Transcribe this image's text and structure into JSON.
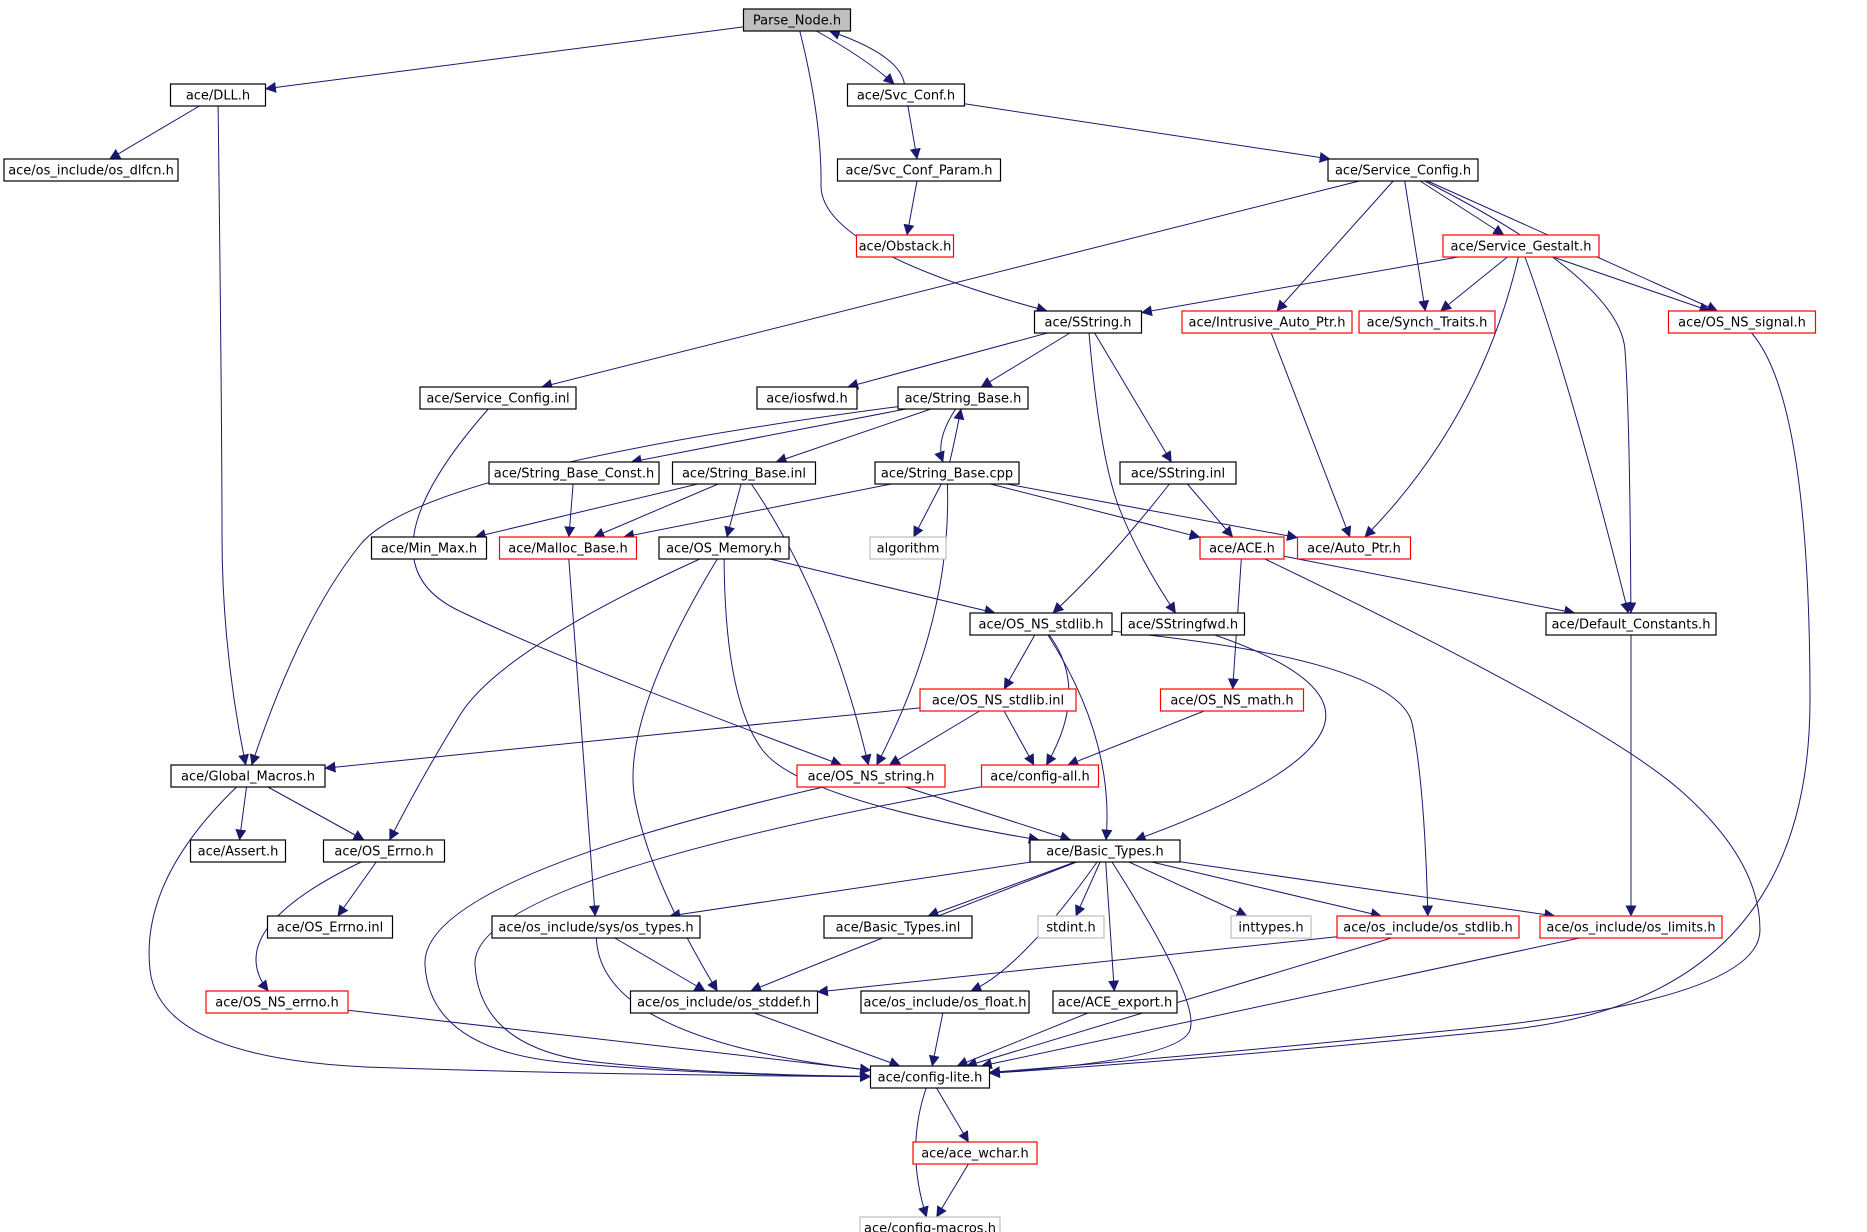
{
  "colors": {
    "edge": "#191970",
    "root_fill": "#bfbfbf",
    "border_normal": "#000000",
    "border_red": "#ff0000",
    "border_gray": "#bfbfbf",
    "background": "#ffffff"
  },
  "nodes": [
    {
      "id": "parse_node",
      "label": "Parse_Node.h",
      "style": "root"
    },
    {
      "id": "dll",
      "label": "ace/DLL.h",
      "style": "normal"
    },
    {
      "id": "svc_conf",
      "label": "ace/Svc_Conf.h",
      "style": "normal"
    },
    {
      "id": "os_dlfcn",
      "label": "ace/os_include/os_dlfcn.h",
      "style": "normal"
    },
    {
      "id": "svc_conf_param",
      "label": "ace/Svc_Conf_Param.h",
      "style": "normal"
    },
    {
      "id": "service_config",
      "label": "ace/Service_Config.h",
      "style": "normal"
    },
    {
      "id": "obstack",
      "label": "ace/Obstack.h",
      "style": "red"
    },
    {
      "id": "service_gestalt",
      "label": "ace/Service_Gestalt.h",
      "style": "red"
    },
    {
      "id": "sstring",
      "label": "ace/SString.h",
      "style": "normal"
    },
    {
      "id": "intrusive_auto_ptr",
      "label": "ace/Intrusive_Auto_Ptr.h",
      "style": "red"
    },
    {
      "id": "synch_traits",
      "label": "ace/Synch_Traits.h",
      "style": "red"
    },
    {
      "id": "os_ns_signal",
      "label": "ace/OS_NS_signal.h",
      "style": "red"
    },
    {
      "id": "service_config_inl",
      "label": "ace/Service_Config.inl",
      "style": "normal"
    },
    {
      "id": "iosfwd",
      "label": "ace/iosfwd.h",
      "style": "normal"
    },
    {
      "id": "string_base",
      "label": "ace/String_Base.h",
      "style": "normal"
    },
    {
      "id": "string_base_const",
      "label": "ace/String_Base_Const.h",
      "style": "normal"
    },
    {
      "id": "string_base_inl",
      "label": "ace/String_Base.inl",
      "style": "normal"
    },
    {
      "id": "string_base_cpp",
      "label": "ace/String_Base.cpp",
      "style": "normal"
    },
    {
      "id": "sstring_inl",
      "label": "ace/SString.inl",
      "style": "normal"
    },
    {
      "id": "min_max",
      "label": "ace/Min_Max.h",
      "style": "normal"
    },
    {
      "id": "malloc_base",
      "label": "ace/Malloc_Base.h",
      "style": "red"
    },
    {
      "id": "os_memory",
      "label": "ace/OS_Memory.h",
      "style": "normal"
    },
    {
      "id": "algorithm",
      "label": "algorithm",
      "style": "gray"
    },
    {
      "id": "ace_h",
      "label": "ace/ACE.h",
      "style": "red"
    },
    {
      "id": "auto_ptr",
      "label": "ace/Auto_Ptr.h",
      "style": "red"
    },
    {
      "id": "os_ns_stdlib",
      "label": "ace/OS_NS_stdlib.h",
      "style": "normal"
    },
    {
      "id": "sstringfwd",
      "label": "ace/SStringfwd.h",
      "style": "normal"
    },
    {
      "id": "default_constants",
      "label": "ace/Default_Constants.h",
      "style": "normal"
    },
    {
      "id": "os_ns_stdlib_inl",
      "label": "ace/OS_NS_stdlib.inl",
      "style": "red"
    },
    {
      "id": "os_ns_math",
      "label": "ace/OS_NS_math.h",
      "style": "red"
    },
    {
      "id": "global_macros",
      "label": "ace/Global_Macros.h",
      "style": "normal"
    },
    {
      "id": "os_ns_string",
      "label": "ace/OS_NS_string.h",
      "style": "red"
    },
    {
      "id": "config_all",
      "label": "ace/config-all.h",
      "style": "red"
    },
    {
      "id": "assert",
      "label": "ace/Assert.h",
      "style": "normal"
    },
    {
      "id": "os_errno",
      "label": "ace/OS_Errno.h",
      "style": "normal"
    },
    {
      "id": "basic_types",
      "label": "ace/Basic_Types.h",
      "style": "normal"
    },
    {
      "id": "os_errno_inl",
      "label": "ace/OS_Errno.inl",
      "style": "normal"
    },
    {
      "id": "sys_os_types",
      "label": "ace/os_include/sys/os_types.h",
      "style": "normal"
    },
    {
      "id": "basic_types_inl",
      "label": "ace/Basic_Types.inl",
      "style": "normal"
    },
    {
      "id": "stdint",
      "label": "stdint.h",
      "style": "gray"
    },
    {
      "id": "inttypes",
      "label": "inttypes.h",
      "style": "gray"
    },
    {
      "id": "os_stdlib",
      "label": "ace/os_include/os_stdlib.h",
      "style": "red"
    },
    {
      "id": "os_limits",
      "label": "ace/os_include/os_limits.h",
      "style": "red"
    },
    {
      "id": "os_ns_errno",
      "label": "ace/OS_NS_errno.h",
      "style": "red"
    },
    {
      "id": "os_stddef",
      "label": "ace/os_include/os_stddef.h",
      "style": "normal"
    },
    {
      "id": "os_float",
      "label": "ace/os_include/os_float.h",
      "style": "normal"
    },
    {
      "id": "ace_export",
      "label": "ace/ACE_export.h",
      "style": "normal"
    },
    {
      "id": "config_lite",
      "label": "ace/config-lite.h",
      "style": "normal"
    },
    {
      "id": "ace_wchar",
      "label": "ace/ace_wchar.h",
      "style": "red"
    },
    {
      "id": "config_macros",
      "label": "ace/config-macros.h",
      "style": "gray"
    }
  ],
  "edges": [
    [
      "parse_node",
      "dll"
    ],
    [
      "parse_node",
      "svc_conf"
    ],
    [
      "parse_node",
      "sstring"
    ],
    [
      "svc_conf",
      "parse_node"
    ],
    [
      "dll",
      "os_dlfcn"
    ],
    [
      "dll",
      "global_macros"
    ],
    [
      "svc_conf",
      "svc_conf_param"
    ],
    [
      "svc_conf",
      "service_config"
    ],
    [
      "svc_conf_param",
      "obstack"
    ],
    [
      "service_config",
      "service_config_inl"
    ],
    [
      "service_config",
      "service_gestalt"
    ],
    [
      "service_config",
      "intrusive_auto_ptr"
    ],
    [
      "service_config",
      "synch_traits"
    ],
    [
      "service_config",
      "os_ns_signal"
    ],
    [
      "service_config",
      "default_constants"
    ],
    [
      "service_gestalt",
      "sstring"
    ],
    [
      "service_gestalt",
      "synch_traits"
    ],
    [
      "service_gestalt",
      "os_ns_signal"
    ],
    [
      "service_gestalt",
      "auto_ptr"
    ],
    [
      "service_gestalt",
      "default_constants"
    ],
    [
      "os_ns_signal",
      "config_lite"
    ],
    [
      "intrusive_auto_ptr",
      "auto_ptr"
    ],
    [
      "sstring",
      "iosfwd"
    ],
    [
      "sstring",
      "string_base"
    ],
    [
      "sstring",
      "sstring_inl"
    ],
    [
      "sstring",
      "sstringfwd"
    ],
    [
      "service_config_inl",
      "os_ns_string"
    ],
    [
      "string_base",
      "string_base_const"
    ],
    [
      "string_base",
      "string_base_inl"
    ],
    [
      "string_base",
      "string_base_cpp"
    ],
    [
      "string_base",
      "global_macros"
    ],
    [
      "string_base_cpp",
      "string_base"
    ],
    [
      "string_base_const",
      "malloc_base"
    ],
    [
      "string_base_inl",
      "min_max"
    ],
    [
      "string_base_inl",
      "malloc_base"
    ],
    [
      "string_base_inl",
      "os_memory"
    ],
    [
      "string_base_inl",
      "os_ns_string"
    ],
    [
      "string_base_cpp",
      "malloc_base"
    ],
    [
      "string_base_cpp",
      "algorithm"
    ],
    [
      "string_base_cpp",
      "ace_h"
    ],
    [
      "string_base_cpp",
      "auto_ptr"
    ],
    [
      "string_base_cpp",
      "os_ns_string"
    ],
    [
      "sstring_inl",
      "ace_h"
    ],
    [
      "sstring_inl",
      "os_ns_stdlib"
    ],
    [
      "malloc_base",
      "sys_os_types"
    ],
    [
      "os_memory",
      "os_ns_stdlib"
    ],
    [
      "os_memory",
      "os_errno"
    ],
    [
      "os_memory",
      "os_stddef"
    ],
    [
      "os_memory",
      "basic_types"
    ],
    [
      "ace_h",
      "default_constants"
    ],
    [
      "ace_h",
      "os_ns_math"
    ],
    [
      "ace_h",
      "config_lite"
    ],
    [
      "os_ns_stdlib",
      "os_ns_stdlib_inl"
    ],
    [
      "os_ns_stdlib",
      "config_all"
    ],
    [
      "os_ns_stdlib",
      "basic_types"
    ],
    [
      "os_ns_stdlib",
      "os_stdlib"
    ],
    [
      "sstringfwd",
      "basic_types"
    ],
    [
      "default_constants",
      "os_limits"
    ],
    [
      "os_ns_stdlib_inl",
      "global_macros"
    ],
    [
      "os_ns_stdlib_inl",
      "os_ns_string"
    ],
    [
      "os_ns_stdlib_inl",
      "config_all"
    ],
    [
      "os_ns_math",
      "config_all"
    ],
    [
      "global_macros",
      "assert"
    ],
    [
      "global_macros",
      "os_errno"
    ],
    [
      "global_macros",
      "config_lite"
    ],
    [
      "os_ns_string",
      "basic_types"
    ],
    [
      "os_ns_string",
      "config_lite"
    ],
    [
      "config_all",
      "config_lite"
    ],
    [
      "os_errno",
      "os_errno_inl"
    ],
    [
      "os_errno",
      "os_ns_errno"
    ],
    [
      "basic_types",
      "sys_os_types"
    ],
    [
      "basic_types",
      "basic_types_inl"
    ],
    [
      "basic_types",
      "stdint"
    ],
    [
      "basic_types",
      "inttypes"
    ],
    [
      "basic_types",
      "os_stdlib"
    ],
    [
      "basic_types",
      "os_limits"
    ],
    [
      "basic_types",
      "os_stddef"
    ],
    [
      "basic_types",
      "os_float"
    ],
    [
      "basic_types",
      "ace_export"
    ],
    [
      "basic_types",
      "config_lite"
    ],
    [
      "sys_os_types",
      "os_stddef"
    ],
    [
      "sys_os_types",
      "config_lite"
    ],
    [
      "os_stdlib",
      "os_stddef"
    ],
    [
      "os_stdlib",
      "config_lite"
    ],
    [
      "os_limits",
      "config_lite"
    ],
    [
      "os_ns_errno",
      "config_lite"
    ],
    [
      "os_stddef",
      "config_lite"
    ],
    [
      "os_float",
      "config_lite"
    ],
    [
      "ace_export",
      "config_lite"
    ],
    [
      "config_lite",
      "ace_wchar"
    ],
    [
      "config_lite",
      "config_macros"
    ],
    [
      "ace_wchar",
      "config_macros"
    ]
  ]
}
